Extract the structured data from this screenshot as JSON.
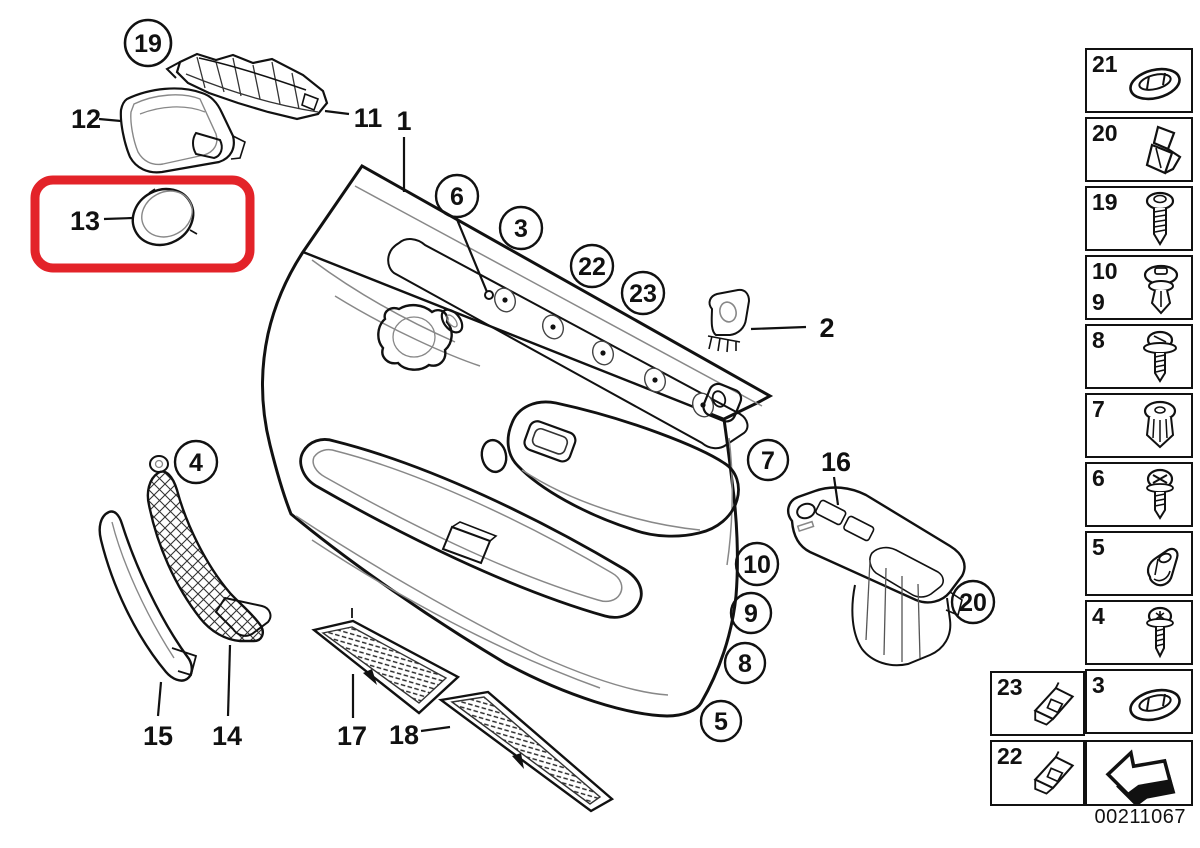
{
  "figure": {
    "code": "00211067",
    "highlight_color": "#e32329",
    "highlighted_part": "13"
  },
  "callouts": {
    "circled": {
      "c3": "3",
      "c4": "4",
      "c5": "5",
      "c6": "6",
      "c7": "7",
      "c8": "8",
      "c9": "9",
      "c10": "10",
      "c19": "19",
      "c20": "20",
      "c22": "22",
      "c23": "23"
    },
    "plain": {
      "p1": "1",
      "p2": "2",
      "p11": "11",
      "p12": "12",
      "p13": "13",
      "p14": "14",
      "p15": "15",
      "p16": "16",
      "p17": "17",
      "p18": "18"
    }
  },
  "sidebar": {
    "boxes": [
      {
        "label": "21",
        "icon": "oval-grommet-icon"
      },
      {
        "label": "20",
        "icon": "retaining-clip-icon"
      },
      {
        "label": "19",
        "icon": "self-tapping-screw-icon"
      },
      {
        "label": "10",
        "label2": "9",
        "icon": "expanding-rivet-icon"
      },
      {
        "label": "8",
        "icon": "washer-screw-icon"
      },
      {
        "label": "7",
        "icon": "expansion-nut-icon"
      },
      {
        "label": "6",
        "icon": "phillips-screw-icon"
      },
      {
        "label": "5",
        "icon": "clamp-icon"
      },
      {
        "label": "4",
        "icon": "torx-screw-icon"
      },
      {
        "label": "3",
        "icon": "oval-grommet-icon"
      }
    ],
    "left_boxes": [
      {
        "label": "23",
        "icon": "bracket-clip-icon"
      },
      {
        "label": "22",
        "icon": "bracket-clip-icon"
      }
    ]
  }
}
